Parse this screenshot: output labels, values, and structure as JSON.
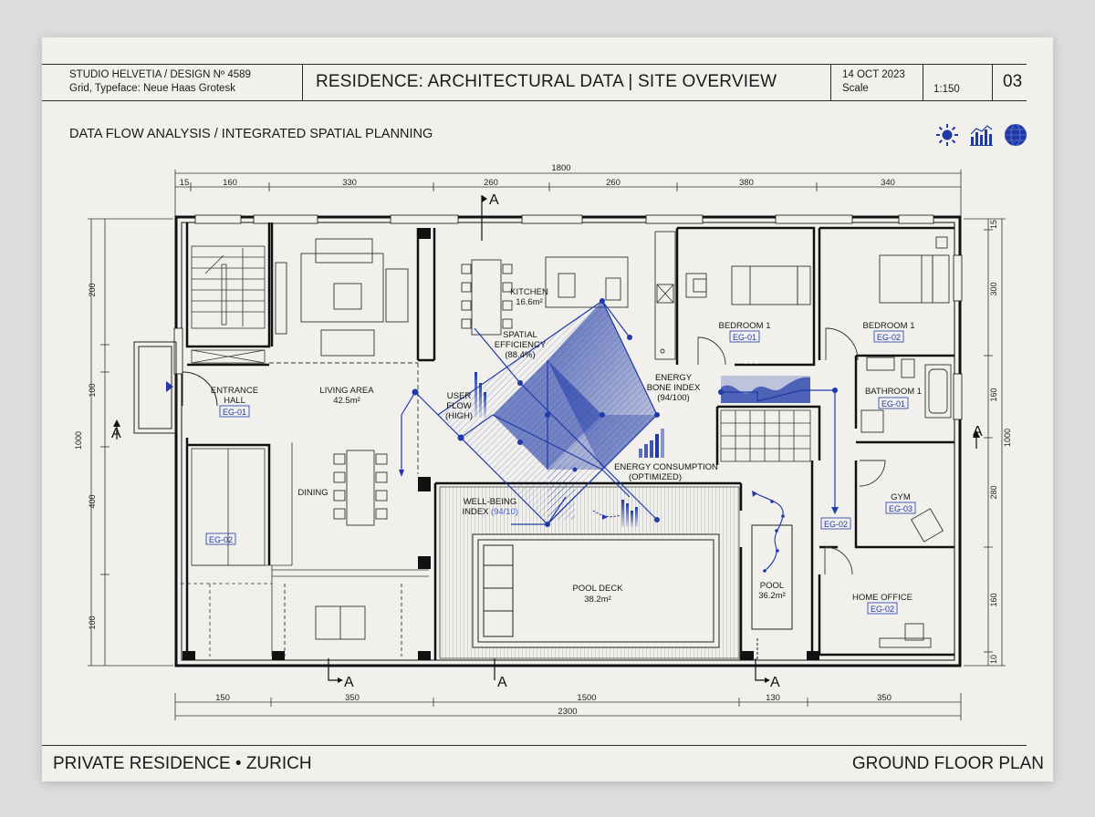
{
  "header": {
    "studio": "STUDIO HELVETIA / DESIGN Nº 4589",
    "grid_typeface": "Grid, Typeface: Neue Haas Grotesk",
    "title": "RESIDENCE: ARCHITECTURAL DATA | SITE OVERVIEW",
    "date": "14 OCT 2023",
    "scale_label": "Scale",
    "scale_value": "1:150",
    "sheet_number": "03"
  },
  "subtitle": "DATA FLOW ANALYSIS / INTEGRATED SPATIAL PLANNING",
  "icons": [
    "sun-icon",
    "bar-chart-icon",
    "globe-icon"
  ],
  "colors": {
    "accent": "#1f3aa8",
    "line": "#222222",
    "paper": "#f1f0ec"
  },
  "dimensions": {
    "top_total": "1800",
    "top": [
      "15",
      "160",
      "330",
      "260",
      "260",
      "380",
      "340"
    ],
    "bottom": [
      "150",
      "350",
      "1500",
      "130",
      "350"
    ],
    "bottom_total": "2300",
    "left": [
      "200",
      "100",
      "1000",
      "400",
      "100"
    ],
    "right": [
      "15",
      "300",
      "160",
      "1000",
      "280",
      "160",
      "10"
    ]
  },
  "section_markers": [
    "A",
    "A",
    "A",
    "A",
    "A",
    "A"
  ],
  "rooms": {
    "entrance": {
      "name": "ENTRANCE\nHALL",
      "tag": "EG-01"
    },
    "left_lower": {
      "tag": "EG-02"
    },
    "living": {
      "name": "LIVING AREA",
      "area": "42.5m²"
    },
    "dining": {
      "name": "DINING"
    },
    "kitchen": {
      "name": "KITCHEN",
      "area": "16.6m²"
    },
    "bedroom1": {
      "name": "BEDROOM 1",
      "tag": "EG-01"
    },
    "bedroom2": {
      "name": "BEDROOM 1",
      "tag": "EG-02"
    },
    "bathroom": {
      "name": "BATHROOM 1",
      "tag": "EG-01"
    },
    "gym": {
      "name": "GYM",
      "tag": "EG-03"
    },
    "home_office": {
      "name": "HOME OFFICE",
      "tag": "EG-02"
    },
    "pool_deck": {
      "name": "POOL DECK",
      "area": "38.2m²"
    },
    "pool": {
      "name": "POOL",
      "area": "36.2m²"
    },
    "corridor": {
      "tag": "EG-02"
    }
  },
  "annotations": {
    "spatial": {
      "label": "SPATIAL\nEFFICIENCY",
      "value": "(88.4%)"
    },
    "user_flow": {
      "label": "USER\nFLOW",
      "value": "(HIGH)"
    },
    "energy_bone": {
      "label": "ENERGY\nBONE INDEX",
      "value": "(94/100)"
    },
    "energy_consumption": {
      "label": "ENERGY CONSUMPTION",
      "value": "(OPTIMIZED)"
    },
    "wellbeing": {
      "label": "WELL-BEING\nINDEX",
      "value": "(94/10)"
    }
  },
  "footer": {
    "left": "PRIVATE RESIDENCE • ZURICH",
    "right": "GROUND FLOOR PLAN"
  }
}
